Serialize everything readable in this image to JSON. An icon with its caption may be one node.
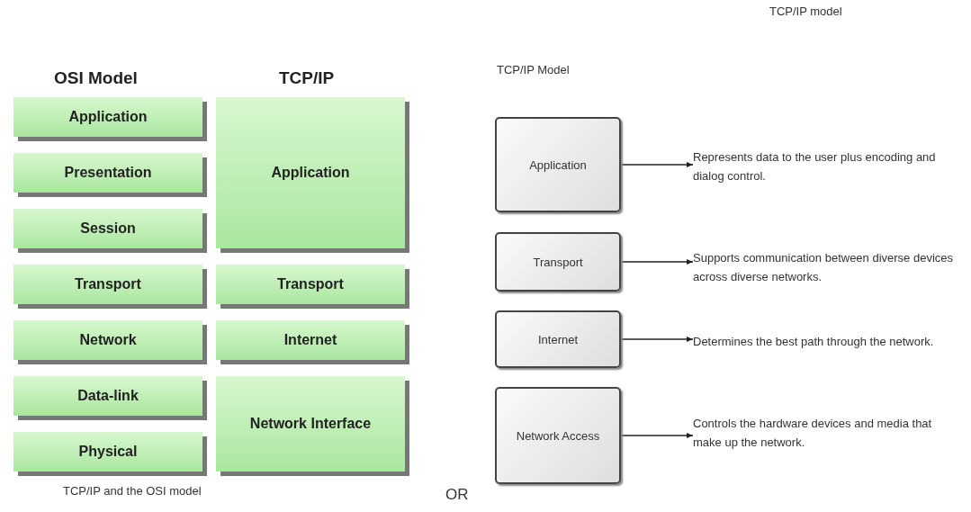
{
  "diagram": {
    "caption": "TCP/IP and the OSI model",
    "nodes": [
      {
        "text": [
          "Application"
        ]
      },
      {
        "text": [
          "Presentation"
        ]
      },
      {
        "text": [
          "Session"
        ]
      },
      {
        "text": [
          "Transport"
        ]
      },
      {
        "text": [
          "Network"
        ]
      },
      {
        "text": [
          "Data-link"
        ]
      },
      {
        "text": [
          "Physical"
        ]
      },
      {
        "text": [
          "Application"
        ]
      },
      {
        "text": [
          "Transport"
        ]
      },
      {
        "text": [
          "Internet"
        ]
      },
      {
        "text": [
          "Network Interface"
        ]
      },
      {
        "text": [
          "Application"
        ]
      },
      {
        "text": [
          "Transport"
        ]
      },
      {
        "text": [
          "Internet"
        ]
      },
      {
        "text": [
          "Network Access"
        ]
      },
      {
        "text": [
          "Represents data to the user plus encoding and dialog control."
        ]
      },
      {
        "text": [
          "Supports communication between diverse devices across diverse networks."
        ]
      },
      {
        "text": [
          "Determines the best path through the network."
        ]
      },
      {
        "text": [
          "Controls the hardware devices and media that make up the network."
        ]
      }
    ],
    "edges": [
      {
        "from": 11,
        "to": 15,
        "arrow": "to"
      },
      {
        "from": 12,
        "to": 16,
        "arrow": "to"
      },
      {
        "from": 13,
        "to": 17,
        "arrow": "to"
      },
      {
        "from": 14,
        "to": 18,
        "arrow": "to"
      }
    ],
    "labels": [
      "TCP/IP model",
      "OSI Model",
      "TCP/IP",
      "TCP/IP Model",
      "OR"
    ]
  }
}
